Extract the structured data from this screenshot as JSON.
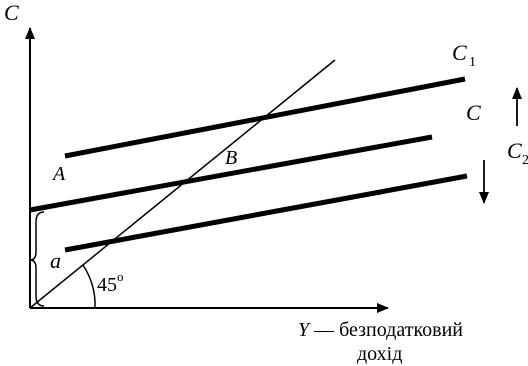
{
  "axes": {
    "y_label": "C",
    "x_label_var": "Y",
    "x_label_line1": " — безподатковий",
    "x_label_line2": "дохід"
  },
  "lines": {
    "upper_label": "C",
    "upper_sub": "1",
    "middle_label": "C",
    "lower_label": "C",
    "lower_sub": "2"
  },
  "points": {
    "a_label": "A",
    "b_label": "B",
    "intercept_label": "a"
  },
  "angle": {
    "text": "45",
    "degree": "o"
  }
}
